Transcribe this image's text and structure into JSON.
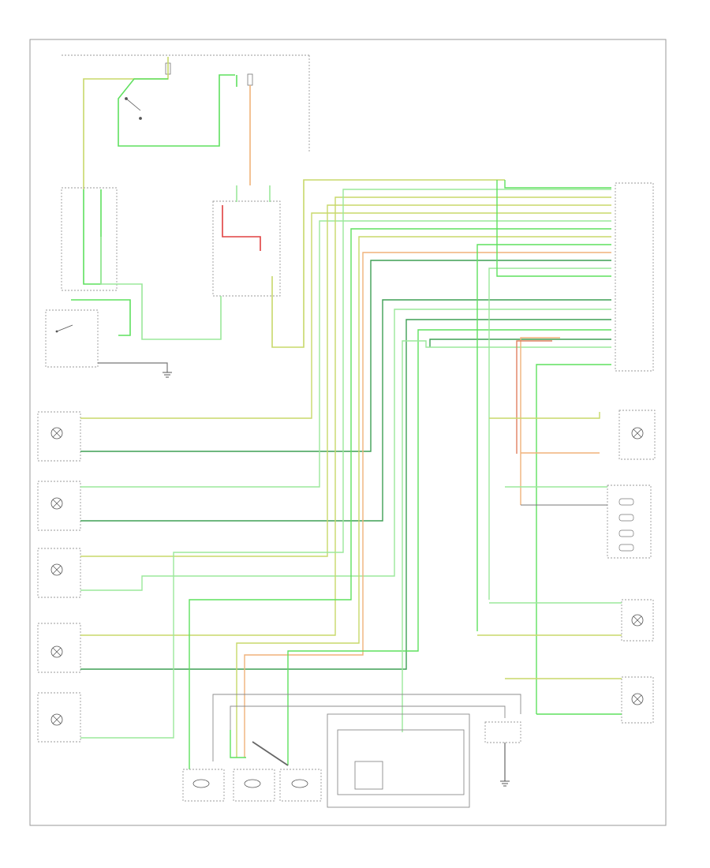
{
  "diagram": {
    "corner_note": "",
    "labels": [
      {
        "id": "hot-at-all-times",
        "text": ""
      },
      {
        "id": "fuse-1",
        "text": ""
      },
      {
        "id": "fuse-2",
        "text": ""
      },
      {
        "id": "power-distribution",
        "text": ""
      },
      {
        "id": "tail-light-relay",
        "text": ""
      },
      {
        "id": "headlight-switch",
        "text": ""
      },
      {
        "id": "dimmer-module",
        "text": ""
      },
      {
        "id": "light-switch",
        "text": ""
      },
      {
        "id": "ground-point-1",
        "text": ""
      },
      {
        "id": "ac-switch-illum",
        "text": ""
      },
      {
        "id": "hazard-switch-illum",
        "text": ""
      },
      {
        "id": "blower-switch-illum",
        "text": ""
      },
      {
        "id": "defogger-illum",
        "text": ""
      },
      {
        "id": "ashtray-illum",
        "text": ""
      },
      {
        "id": "rear-defog-illum",
        "text": ""
      },
      {
        "id": "left-instrument-panel",
        "text": ""
      },
      {
        "id": "shift-lever-illum",
        "text": ""
      },
      {
        "id": "instrument-cluster-light",
        "text": ""
      },
      {
        "id": "rear-window-defogger-switch",
        "text": ""
      },
      {
        "id": "radio-illum",
        "text": ""
      },
      {
        "id": "glove-box-illum",
        "text": ""
      },
      {
        "id": "heater-control",
        "text": ""
      },
      {
        "id": "radio-unit",
        "text": ""
      },
      {
        "id": "data-link-connector",
        "text": ""
      },
      {
        "id": "ground-point-2",
        "text": ""
      }
    ]
  },
  "colors": {
    "green": "#5fe05f",
    "light_green": "#9be89b",
    "yellow_green": "#c8d86a",
    "dark_green": "#3f9f55",
    "orange": "#f0b27a",
    "red": "#e04040",
    "gray": "#8c8c8c"
  }
}
